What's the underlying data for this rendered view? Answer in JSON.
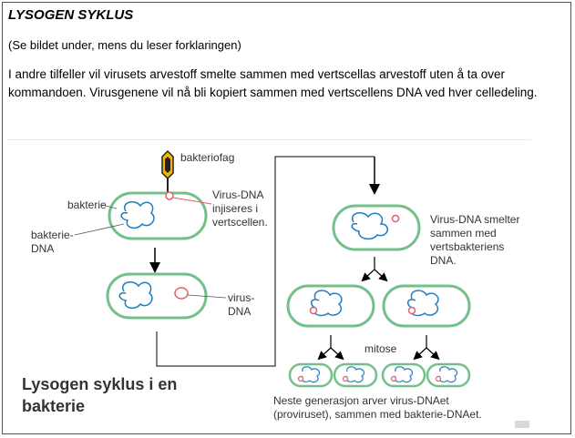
{
  "header": {
    "title": "LYSOGEN SYKLUS",
    "subtitle": "(Se bildet under, mens du leser forklaringen)",
    "paragraph": "I andre tilfeller vil virusets arvestoff smelte sammen med vertscellas arvestoff uten å ta over kommandoen. Virusgenene vil nå bli kopiert sammen med vertscellens DNA ved hver celledeling."
  },
  "diagram": {
    "caption": "Lysogen syklus i en bakterie",
    "labels": {
      "phage": "bakteriofag",
      "bacterium": "bakterie",
      "bacterial_dna": [
        "bakterie-",
        "DNA"
      ],
      "virus_dna_injected": [
        "Virus-DNA",
        "injiseres i",
        "vertscellen."
      ],
      "virus_dna": [
        "virus-",
        "DNA"
      ],
      "virus_dna_merges": [
        "Virus-DNA smelter",
        "sammen med",
        "vertsbakteriens",
        "DNA."
      ],
      "mitosis": "mitose",
      "next_generation": [
        "Neste generasjon arver virus-DNAet",
        "(proviruset), sammen med bakterie-DNAet."
      ]
    },
    "colors": {
      "cell_stroke": "#74c08a",
      "dna": "#1f7ec0",
      "virus_dna": "#e0606b",
      "phage": "#f5b800",
      "arrow": "#000000"
    }
  }
}
